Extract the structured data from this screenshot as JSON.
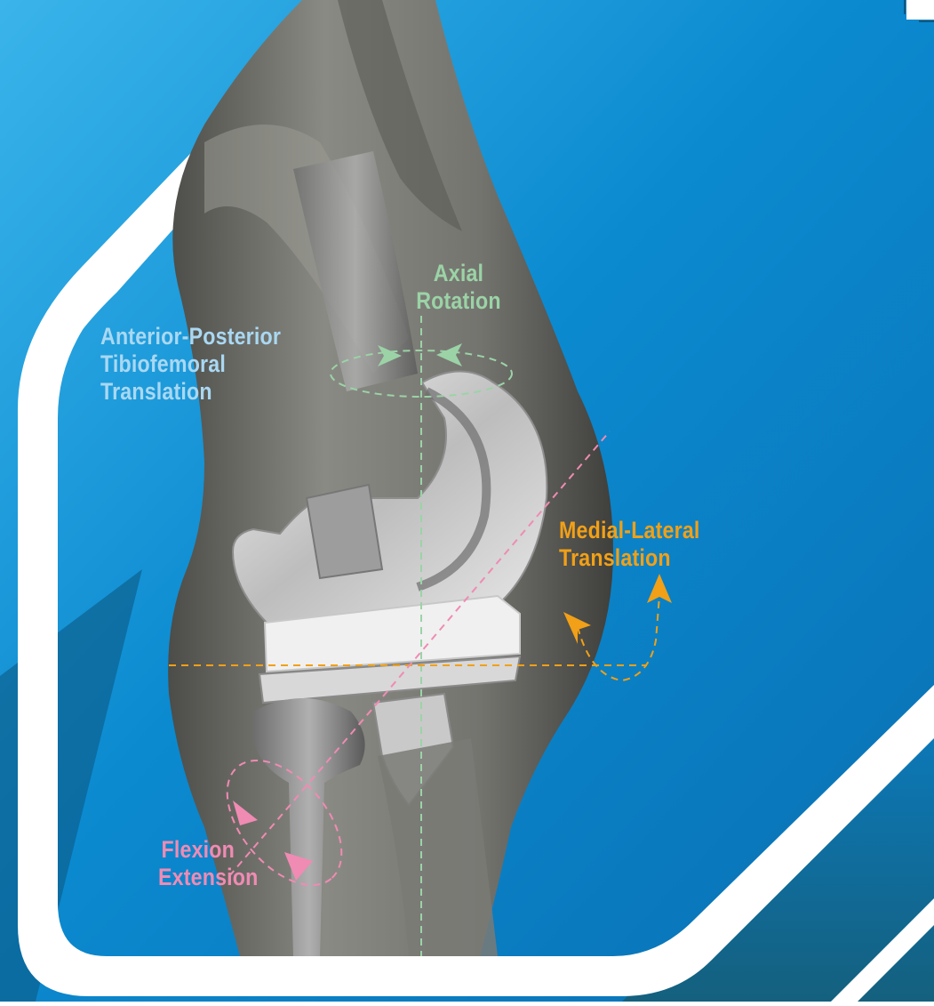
{
  "colors": {
    "background_blue": "#0a86cc",
    "light_blue": "#2aa8e6",
    "label_blue": "#a9d8f2",
    "label_green": "#9bd3a6",
    "label_orange": "#f1a017",
    "label_pink": "#f08bb3",
    "frame_white": "#ffffff",
    "skin_gray": "#6f6f6a"
  },
  "labels": {
    "anterior_posterior": [
      "Anterior-Posterior",
      "Tibiofemoral",
      "Translation"
    ],
    "axial_rotation": [
      "Axial",
      "Rotation"
    ],
    "medial_lateral": [
      "Medial-Lateral",
      "Translation"
    ],
    "flexion_extension": [
      "Flexion",
      "Extension"
    ]
  }
}
